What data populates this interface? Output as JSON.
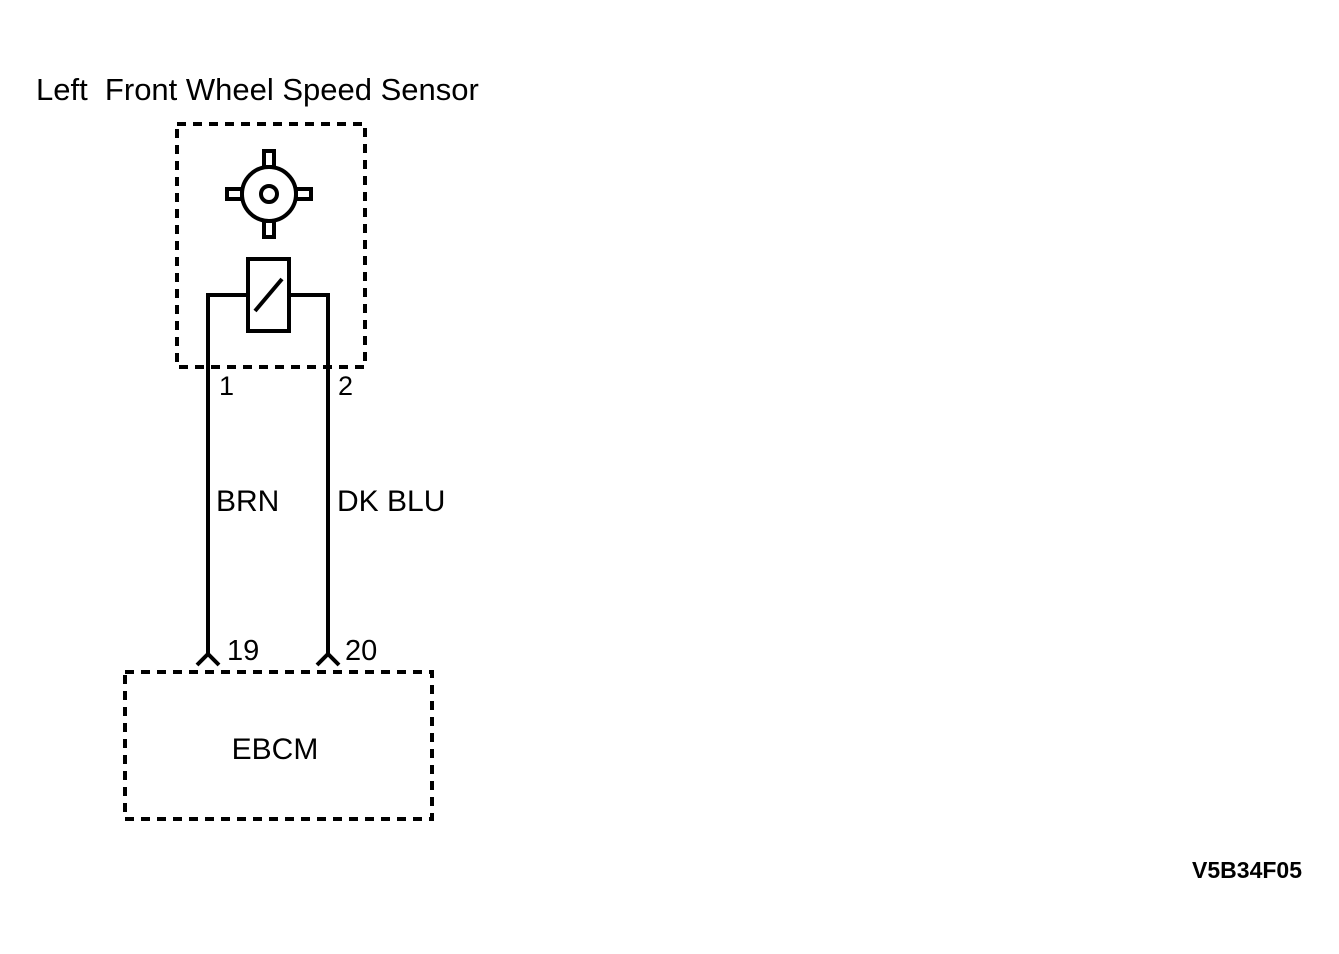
{
  "title": "Left  Front Wheel Speed Sensor",
  "sensor": {
    "pin_a": "1",
    "pin_b": "2"
  },
  "wires": [
    {
      "color_label": "BRN"
    },
    {
      "color_label": "DK BLU"
    }
  ],
  "module": {
    "name": "EBCM",
    "pin_a": "19",
    "pin_b": "20"
  },
  "figure_code": "V5B34F05",
  "colors": {
    "ink": "#000000",
    "background": "#ffffff"
  },
  "icons": {
    "sensor_rotor": "toothed-rotor-icon",
    "sensor_coil": "coil-icon"
  }
}
